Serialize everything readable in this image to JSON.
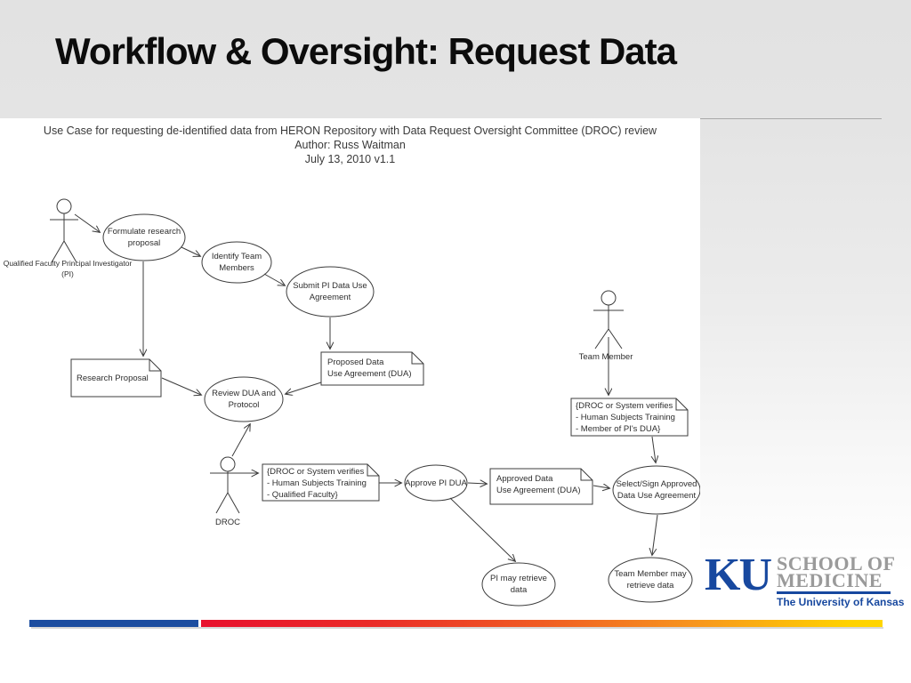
{
  "slide": {
    "title": "Workflow & Oversight: Request Data"
  },
  "diagram": {
    "header": {
      "line1": "Use Case for requesting de-identified data from HERON Repository with Data Request Oversight Committee (DROC) review",
      "line2": "Author: Russ Waitman",
      "line3": "July 13, 2010 v1.1"
    },
    "actors": {
      "pi": {
        "label": "Qualified Faculty Principal Investigator\n(PI)"
      },
      "droc": {
        "label": "DROC"
      },
      "team_member": {
        "label": "Team Member"
      }
    },
    "use_cases": {
      "formulate": {
        "label": "Formulate research\nproposal"
      },
      "identify": {
        "label": "Identify Team\nMembers"
      },
      "submit": {
        "label": "Submit PI Data Use\nAgreement"
      },
      "review": {
        "label": "Review DUA and\nProtocol"
      },
      "approve": {
        "label": "Approve PI DUA"
      },
      "select_sign": {
        "label": "Select/Sign Approved\nData Use Agreement"
      },
      "pi_retrieve": {
        "label": "PI may retrieve\ndata"
      },
      "tm_retrieve": {
        "label": "Team Member may\nretrieve data"
      }
    },
    "notes": {
      "research_proposal": {
        "label": "Research Proposal"
      },
      "proposed_dua": {
        "label": "Proposed Data\nUse Agreement (DUA)"
      },
      "droc_verifies_pi": {
        "label": "{DROC or System verifies\n- Human Subjects Training\n- Qualified Faculty}"
      },
      "approved_dua": {
        "label": "Approved Data\nUse Agreement (DUA)"
      },
      "droc_verifies_tm": {
        "label": "{DROC or System verifies\n- Human Subjects Training\n- Member of PI's DUA}"
      }
    }
  },
  "footer": {
    "logo": {
      "ku": "KU",
      "line1": "SCHOOL OF",
      "line2": "MEDICINE",
      "tagline": "The University of Kansas"
    },
    "colors": {
      "ku_blue": "#17489f",
      "bar_blue": "#1c4da0",
      "bar_red": "#e8112d",
      "bar_orange": "#f7941e",
      "bar_yellow": "#ffd500",
      "logo_gray": "#9a9a9a"
    }
  }
}
